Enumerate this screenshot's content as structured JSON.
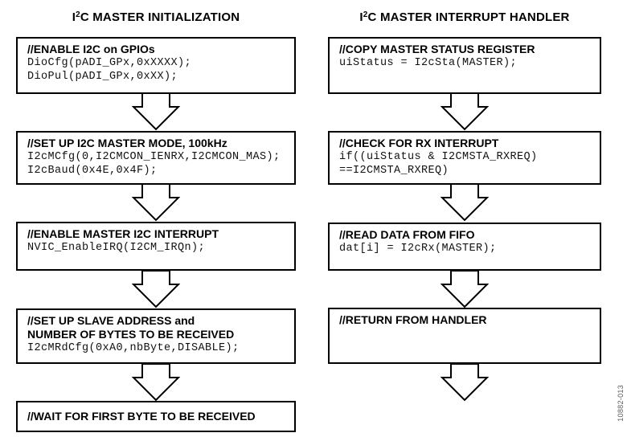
{
  "figure": {
    "footnote": "10882-013",
    "colors": {
      "background": "#ffffff",
      "border": "#000000",
      "heading_text": "#000000",
      "code_text": "#111111",
      "footnote_text": "#595959"
    },
    "icons": [
      "down-block-arrow"
    ]
  },
  "left": {
    "title": {
      "pre": "I",
      "sup": "2",
      "post": "C MASTER INITIALIZATION"
    },
    "boxes": [
      {
        "title_lines": [
          "//ENABLE I2C on GPIOs"
        ],
        "code": [
          "DioCfg(pADI_GPx,0xXXXX);",
          "DioPul(pADI_GPx,0xXX);"
        ]
      },
      {
        "title_lines": [
          "//SET UP I2C MASTER MODE, 100kHz"
        ],
        "code": [
          "I2cMCfg(0,I2CMCON_IENRX,I2CMCON_MAS);",
          "I2cBaud(0x4E,0x4F);"
        ]
      },
      {
        "title_lines": [
          "//ENABLE MASTER I2C INTERRUPT"
        ],
        "code": [
          "NVIC_EnableIRQ(I2CM_IRQn);"
        ]
      },
      {
        "title_lines": [
          "//SET UP SLAVE ADDRESS and",
          "NUMBER OF BYTES TO BE RECEIVED"
        ],
        "code": [
          "I2cMRdCfg(0xA0,nbByte,DISABLE);"
        ]
      },
      {
        "title_lines": [
          "//WAIT FOR FIRST BYTE TO BE RECEIVED"
        ],
        "code": []
      }
    ]
  },
  "right": {
    "title": {
      "pre": "I",
      "sup": "2",
      "post": "C MASTER INTERRUPT HANDLER"
    },
    "boxes": [
      {
        "title_lines": [
          "//COPY MASTER STATUS REGISTER"
        ],
        "code": [
          "uiStatus = I2cSta(MASTER);"
        ]
      },
      {
        "title_lines": [
          "//CHECK FOR RX INTERRUPT"
        ],
        "code": [
          "if((uiStatus & I2CMSTA_RXREQ)",
          "==I2CMSTA_RXREQ)"
        ]
      },
      {
        "title_lines": [
          "//READ DATA FROM FIFO"
        ],
        "code": [
          "dat[i] = I2cRx(MASTER);"
        ]
      },
      {
        "title_lines": [
          "//RETURN FROM HANDLER"
        ],
        "code": []
      }
    ]
  }
}
